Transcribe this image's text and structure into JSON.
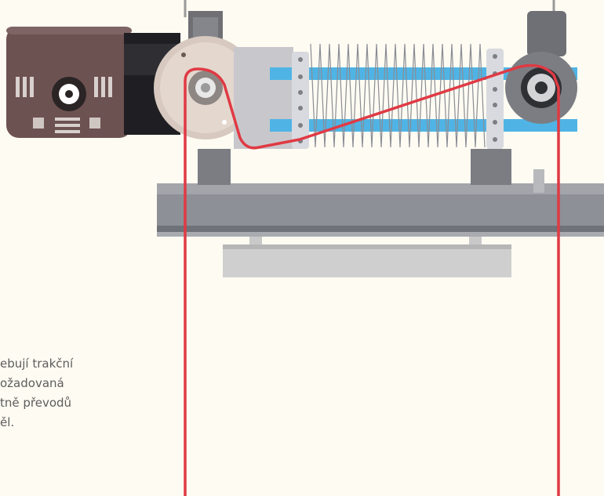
{
  "caption": {
    "lines": [
      "ebují trakční",
      "ožadovaná",
      "tně převodů",
      "ěl."
    ]
  },
  "colors": {
    "background": "#fdfbf2",
    "rope": "#e03a44",
    "motor": "#6e5350",
    "belt": "#4db4e6",
    "beam": "#8e9096",
    "pulley": "#dccfc6"
  }
}
